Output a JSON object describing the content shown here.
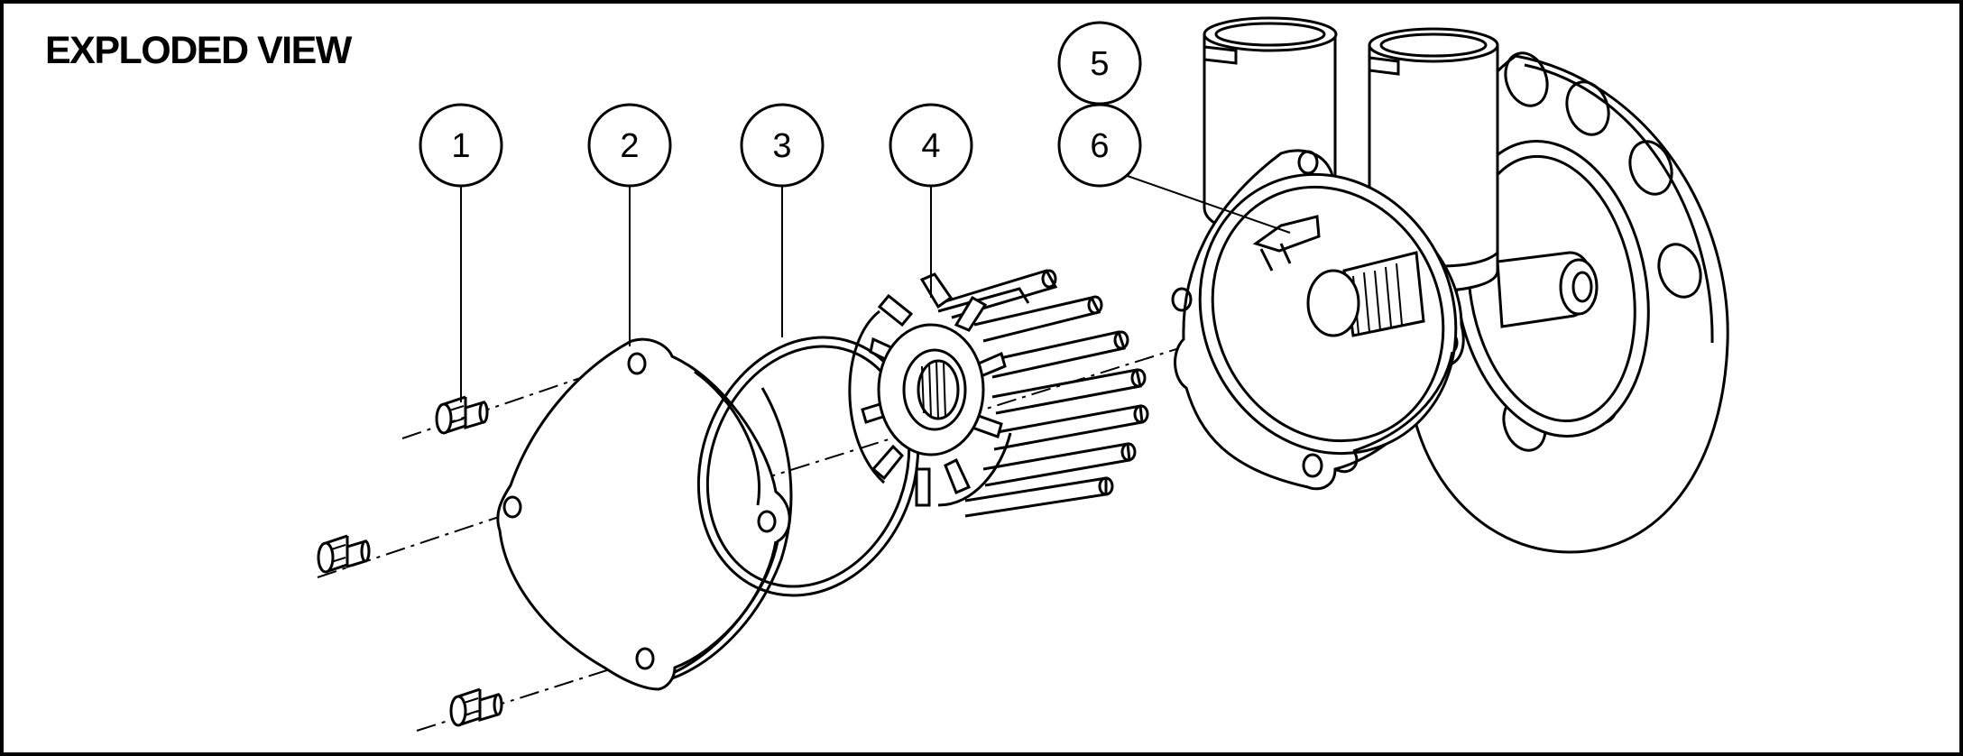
{
  "title": "EXPLODED VIEW",
  "callouts": [
    {
      "id": "1",
      "part": "bolt"
    },
    {
      "id": "2",
      "part": "cover-plate"
    },
    {
      "id": "3",
      "part": "o-ring"
    },
    {
      "id": "4",
      "part": "impeller"
    },
    {
      "id": "5",
      "part": "pump-body"
    },
    {
      "id": "6",
      "part": "cam"
    }
  ],
  "colors": {
    "line": "#000000",
    "background": "#ffffff"
  }
}
